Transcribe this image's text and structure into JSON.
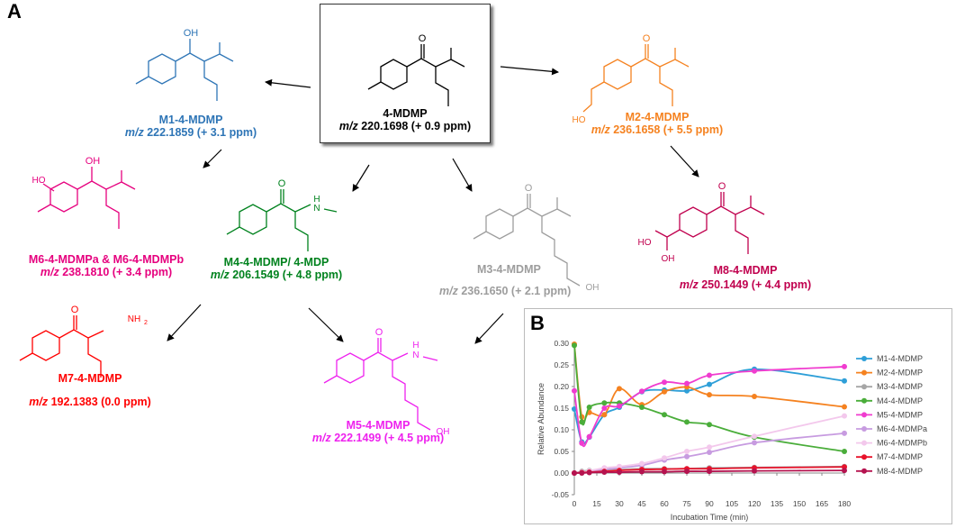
{
  "panels": {
    "a": "A",
    "b": "B"
  },
  "compounds": [
    {
      "id": "parent",
      "name": "4-MDMP",
      "mz_prefix": "m/z",
      "mz": "220.1698 (+ 0.9 ppm)",
      "color": "#000000",
      "substituents": [
        "O"
      ]
    },
    {
      "id": "m1",
      "name": "M1-4-MDMP",
      "mz_prefix": "m/z",
      "mz": "222.1859 (+ 3.1 ppm)",
      "color": "#2e75b6",
      "substituents": [
        "OH"
      ]
    },
    {
      "id": "m2",
      "name": "M2-4-MDMP",
      "mz_prefix": "m/z",
      "mz": "236.1658 (+ 5.5 ppm)",
      "color": "#f58220",
      "substituents": [
        "O",
        "HO"
      ]
    },
    {
      "id": "m6",
      "name": "M6-4-MDMPa & M6-4-MDMPb",
      "mz_prefix": "m/z",
      "mz": "238.1810 (+ 3.4 ppm)",
      "color": "#e6007e",
      "substituents": [
        "OH",
        "HO"
      ]
    },
    {
      "id": "m4",
      "name": "M4-4-MDMP/ 4-MDP",
      "mz_prefix": "m/z",
      "mz": "206.1549 (+ 4.8 ppm)",
      "color": "#00821e",
      "substituents": [
        "O",
        "H",
        "N"
      ]
    },
    {
      "id": "m3",
      "name": "M3-4-MDMP",
      "mz_prefix": "m/z",
      "mz": "236.1650 (+ 2.1 ppm)",
      "color": "#9d9d9d",
      "substituents": [
        "O",
        "OH"
      ]
    },
    {
      "id": "m8",
      "name": "M8-4-MDMP",
      "mz_prefix": "m/z",
      "mz": "250.1449 (+ 4.4 ppm)",
      "color": "#c0004e",
      "substituents": [
        "O",
        "HO",
        "OH"
      ]
    },
    {
      "id": "m7",
      "name": "M7-4-MDMP",
      "mz_prefix": "m/z",
      "mz": "192.1383 (0.0 ppm)",
      "color": "#ff0000",
      "substituents": [
        "O",
        "NH",
        "2"
      ]
    },
    {
      "id": "m5",
      "name": "M5-4-MDMP",
      "mz_prefix": "m/z",
      "mz": "222.1499 (+ 4.5 ppm)",
      "color": "#ee22ee",
      "substituents": [
        "O",
        "H",
        "N",
        "OH"
      ]
    }
  ],
  "chart_data": {
    "type": "line",
    "xlabel": "Incubation Time (min)",
    "ylabel": "Relative Abundance",
    "xlim": [
      0,
      180
    ],
    "ylim": [
      -0.05,
      0.3
    ],
    "xticks": [
      "0",
      "15",
      "30",
      "45",
      "60",
      "75",
      "90",
      "105",
      "120",
      "135",
      "150",
      "165",
      "180"
    ],
    "yticks": [
      "-0.05",
      "0.00",
      "0.05",
      "0.10",
      "0.15",
      "0.20",
      "0.25",
      "0.30"
    ],
    "legend_position": "right",
    "x": [
      0,
      5,
      10,
      20,
      30,
      45,
      60,
      75,
      90,
      120,
      180
    ],
    "series": [
      {
        "name": "M1-4-MDMP",
        "color": "#2e9fd8",
        "values": [
          0.148,
          0.072,
          0.083,
          0.135,
          0.152,
          0.188,
          0.192,
          0.19,
          0.205,
          0.24,
          0.213
        ]
      },
      {
        "name": "M2-4-MDMP",
        "color": "#f58220",
        "values": [
          0.298,
          0.13,
          0.14,
          0.135,
          0.195,
          0.158,
          0.188,
          0.199,
          0.181,
          0.177,
          0.153
        ]
      },
      {
        "name": "M3-4-MDMP",
        "color": "#a6a6a6",
        "values": [
          0.0,
          0.004,
          0.006,
          0.008,
          0.008,
          0.01,
          0.01,
          0.01,
          0.012,
          0.013,
          0.015
        ]
      },
      {
        "name": "M4-4-MDMP",
        "color": "#4aad3a",
        "values": [
          0.295,
          0.118,
          0.152,
          0.162,
          0.162,
          0.152,
          0.135,
          0.118,
          0.112,
          0.083,
          0.05
        ]
      },
      {
        "name": "M5-4-MDMP",
        "color": "#f03ccf",
        "values": [
          0.19,
          0.069,
          0.084,
          0.15,
          0.155,
          0.189,
          0.21,
          0.207,
          0.226,
          0.236,
          0.246
        ]
      },
      {
        "name": "M6-4-MDMPa",
        "color": "#c79be0",
        "values": [
          0.0,
          0.002,
          0.004,
          0.008,
          0.012,
          0.018,
          0.03,
          0.038,
          0.048,
          0.07,
          0.092
        ]
      },
      {
        "name": "M6-4-MDMPb",
        "color": "#f3c8ec",
        "values": [
          0.0,
          0.002,
          0.005,
          0.012,
          0.015,
          0.022,
          0.035,
          0.05,
          0.06,
          0.085,
          0.132
        ]
      },
      {
        "name": "M7-4-MDMP",
        "color": "#e8122a",
        "values": [
          0.0,
          0.001,
          0.002,
          0.004,
          0.006,
          0.008,
          0.009,
          0.01,
          0.01,
          0.012,
          0.014
        ]
      },
      {
        "name": "M8-4-MDMP",
        "color": "#b5134f",
        "values": [
          0.0,
          0.0,
          0.001,
          0.002,
          0.002,
          0.003,
          0.003,
          0.004,
          0.004,
          0.005,
          0.006
        ]
      }
    ]
  }
}
